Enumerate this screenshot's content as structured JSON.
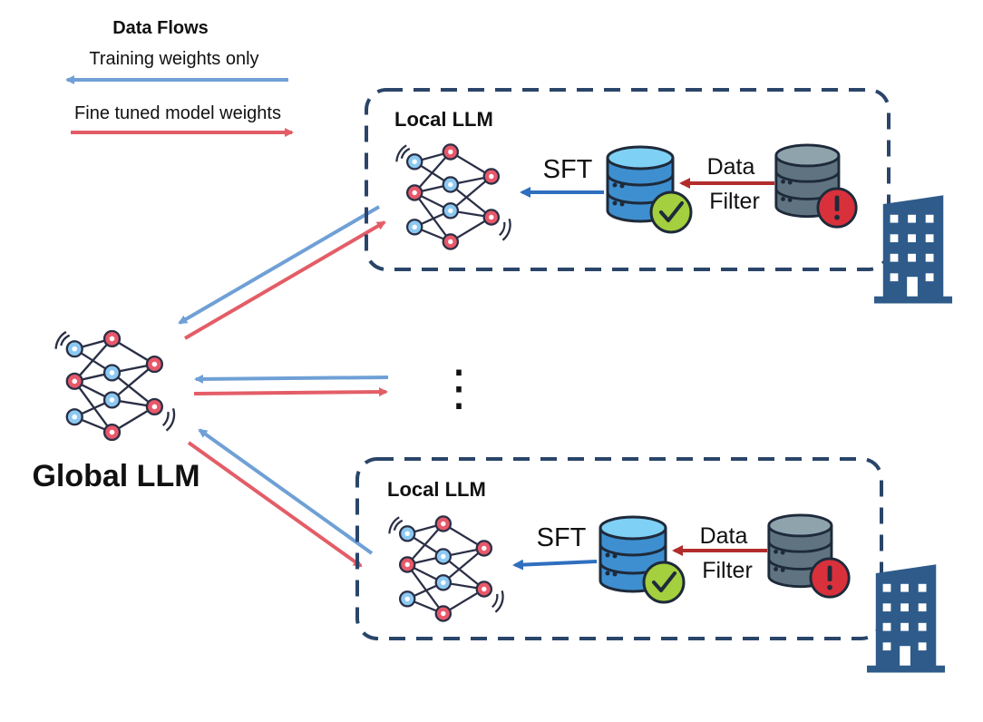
{
  "legend": {
    "title": "Data Flows",
    "training_label": "Training weights only",
    "finetuned_label": "Fine tuned model weights"
  },
  "global": {
    "label": "Global LLM"
  },
  "locals": [
    {
      "title": "Local LLM",
      "sft_label": "SFT",
      "data_label": "Data",
      "filter_label": "Filter"
    },
    {
      "title": "Local LLM",
      "sft_label": "SFT",
      "data_label": "Data",
      "filter_label": "Filter"
    }
  ],
  "ellipsis": "⋮",
  "colors": {
    "blue_arrow": "#6fa0d6",
    "red_arrow": "#e35d67",
    "dark_blue_arrow": "#2f6fbf",
    "dark_red_arrow": "#b22c2c",
    "box_border": "#2a4569",
    "building": "#2e5b8a",
    "node_blue": "#8cc9f2",
    "node_red": "#e8586a",
    "db_blue": "#4aa3de",
    "db_gray": "#6b7f8a",
    "check": "#a4cf3e",
    "alert": "#d8313c"
  },
  "icons": [
    "neural-network-icon",
    "database-icon",
    "checkmark-badge-icon",
    "alert-badge-icon",
    "building-icon"
  ]
}
